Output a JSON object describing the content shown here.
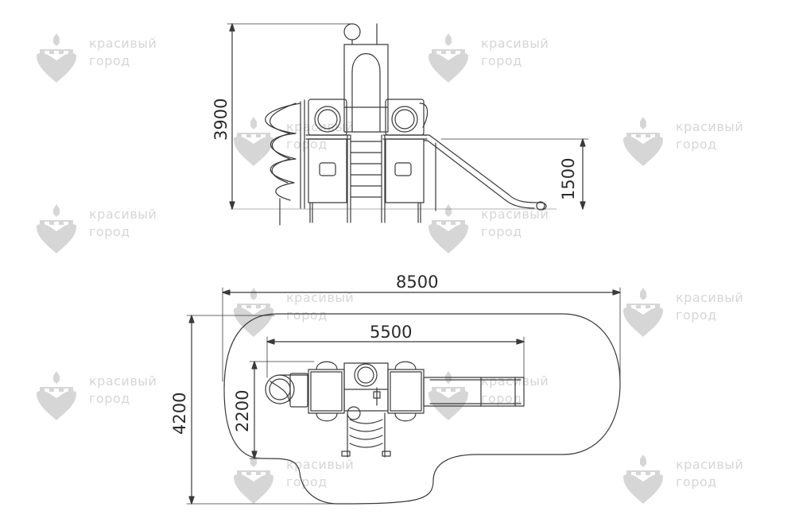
{
  "watermark": {
    "line1": "красивый",
    "line2": "город",
    "color": "#d6d6d6",
    "icon": "castle-heart-logo-icon"
  },
  "dimensions": {
    "side_height": "3900",
    "slide_height": "1500",
    "total_length": "8500",
    "structure_length": "5500",
    "total_width": "4200",
    "structure_width": "2200"
  },
  "colors": {
    "line": "#3a3a3a",
    "background": "#ffffff"
  }
}
